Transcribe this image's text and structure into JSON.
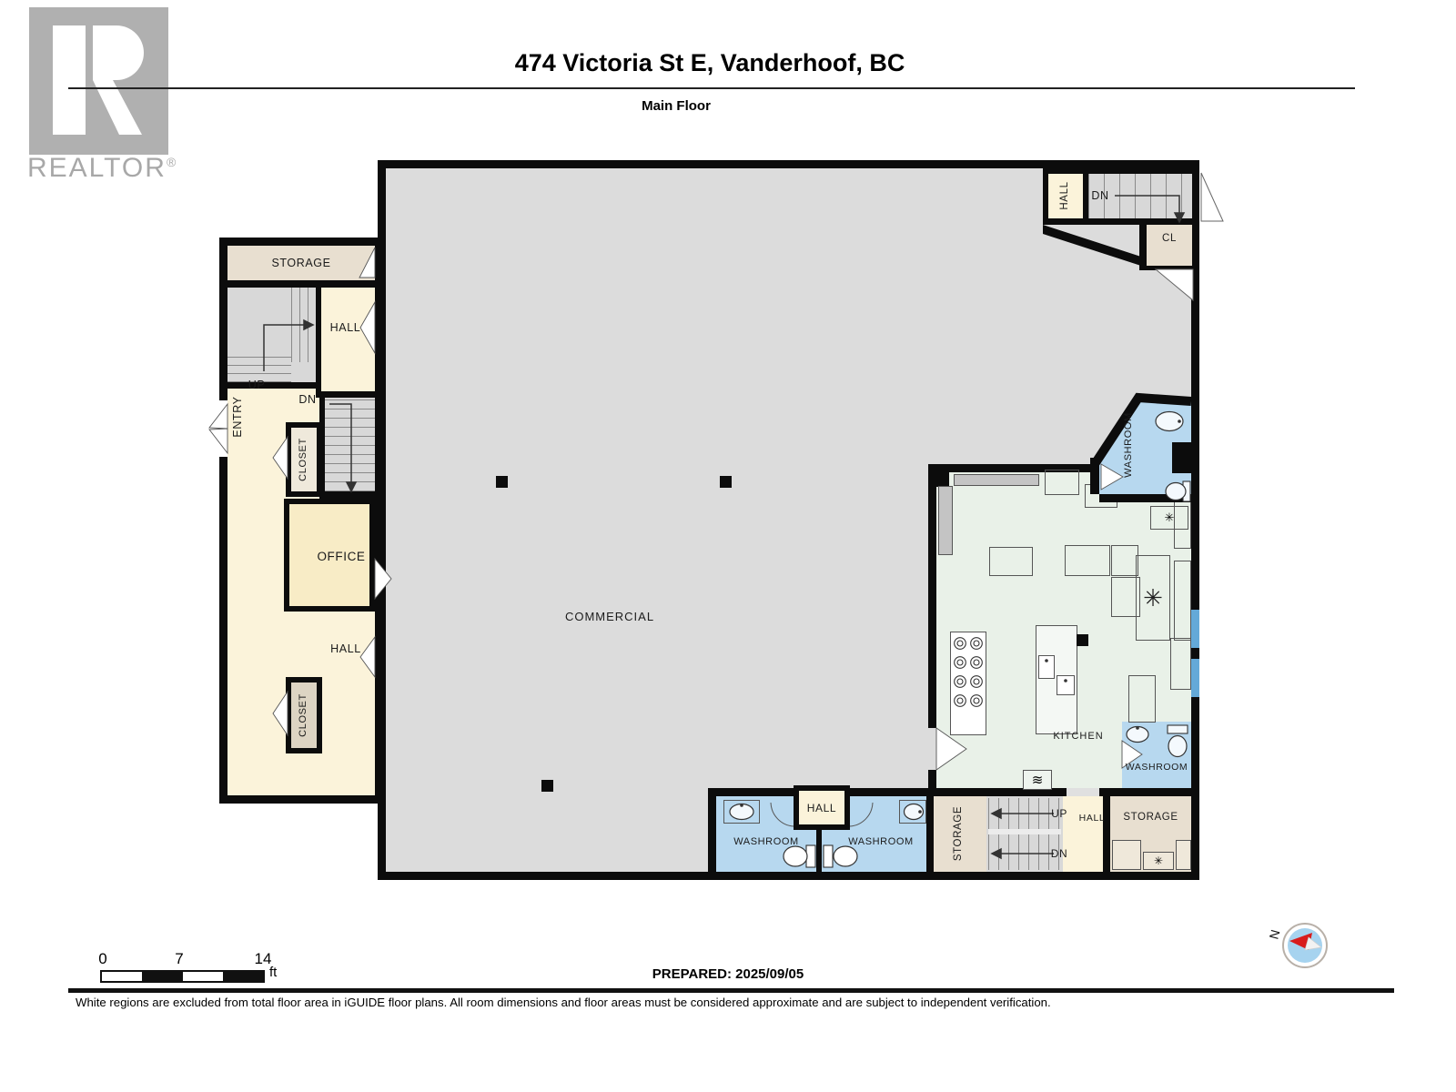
{
  "header": {
    "logo_text": "REALTOR",
    "logo_reg": "®",
    "title": "474 Victoria St E, Vanderhoof, BC",
    "subtitle": "Main Floor"
  },
  "rooms": {
    "storage_nw": "STORAGE",
    "hall_nw": "HALL",
    "up_nw": "UP",
    "dn_nw": "DN",
    "entry": "ENTRY",
    "closet_nw": "CLOSET",
    "office": "OFFICE",
    "hall_w": "HALL",
    "closet_w": "CLOSET",
    "commercial": "COMMERCIAL",
    "hall_ne": "HALL",
    "dn_ne": "DN",
    "cl_ne": "CL",
    "washroom_e": "WASHROOM",
    "kitchen": "KITCHEN",
    "washroom_se": "WASHROOM",
    "washroom_s1": "WASHROOM",
    "hall_s": "HALL",
    "washroom_s2": "WASHROOM",
    "storage_s": "STORAGE",
    "up_s": "UP",
    "hall_s2": "HALL",
    "dn_s": "DN",
    "storage_se": "STORAGE"
  },
  "icons": {
    "snowflake": "✳",
    "waves": "≋"
  },
  "footer": {
    "scale_0": "0",
    "scale_7": "7",
    "scale_14": "14",
    "scale_unit": "ft",
    "prepared": "PREPARED: 2025/09/05",
    "compass_n": "N",
    "disclaimer": "White regions are excluded from total floor area in iGUIDE floor plans. All room dimensions and floor areas must be considered approximate and are subject to independent verification."
  },
  "colors": {
    "wall": "#0c0c0c",
    "commercial": "#dcdcdc",
    "cream": "#fbf3da",
    "office": "#f8ecc6",
    "tan": "#e8dfd0",
    "tan2": "#ddd4c3",
    "closet": "#efe9db",
    "blue": "#b7d8ef",
    "green": "#e9f1e8",
    "stair": "#d8d8d8",
    "window": "#64a9d8",
    "logo": "#b0b0b0",
    "logo_text": "#a8a8a8"
  }
}
